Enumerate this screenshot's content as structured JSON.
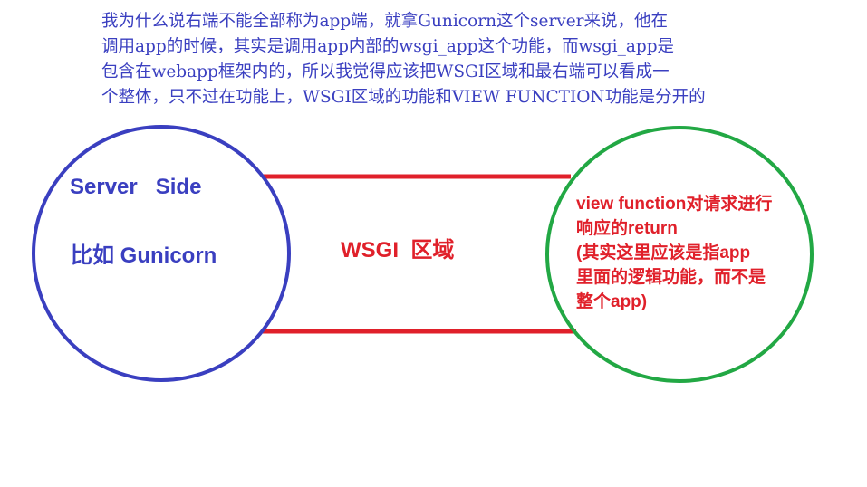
{
  "note": {
    "lines": [
      "我为什么说右端不能全部称为app端，就拿Gunicorn这个server来说，他在",
      "调用app的时候，其实是调用app内部的wsgi_app这个功能，而wsgi_app是",
      "包含在webapp框架内的，所以我觉得应该把WSGI区域和最右端可以看成一",
      "个整体，只不过在功能上，WSGI区域的功能和VIEW FUNCTION功能是分开的"
    ]
  },
  "left": {
    "title": "Server   Side",
    "example": "比如 Gunicorn"
  },
  "middle": {
    "label": "WSGI  区域"
  },
  "right": {
    "lines": [
      "view function对请求进行",
      "响应的return",
      "(其实这里应该是指app",
      "里面的逻辑功能，而不是",
      "整个app)"
    ]
  },
  "colors": {
    "blue": "#3a3fc0",
    "red": "#e0202a",
    "green": "#22a844"
  }
}
